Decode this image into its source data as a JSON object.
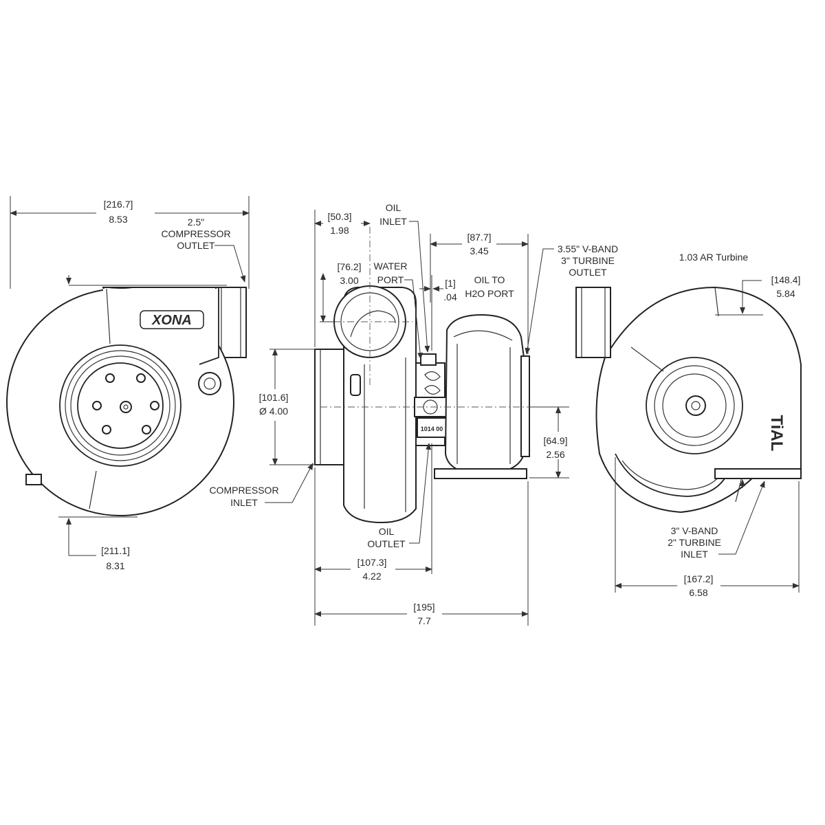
{
  "colors": {
    "line": "#222222",
    "text": "#2a2a2a",
    "background": "#ffffff"
  },
  "left_view": {
    "overall_width": {
      "mm": "[216.7]",
      "in": "8.53"
    },
    "overall_height": {
      "mm": "[211.1]",
      "in": "8.31"
    },
    "outlet_label": [
      "2.5\"",
      "COMPRESSOR",
      "OUTLET"
    ],
    "logo_text": "XONA"
  },
  "side_view": {
    "inlet_offset": {
      "mm": "[50.3]",
      "in": "1.98"
    },
    "water_port_height": {
      "mm": "[76.2]",
      "in": "3.00"
    },
    "water_port_label": [
      "WATER",
      "PORT"
    ],
    "oil_inlet_label": [
      "OIL",
      "INLET"
    ],
    "oil_to_h2o": {
      "mm": "[1]",
      "in": ".04"
    },
    "oil_to_h2o_label": [
      "OIL TO",
      "H2O PORT"
    ],
    "turbine_width": {
      "mm": "[87.7]",
      "in": "3.45"
    },
    "turbine_outlet_label": [
      "3.55\" V-BAND",
      "3\" TURBINE",
      "OUTLET"
    ],
    "inlet_diameter": {
      "mm": "[101.6]",
      "in": "Ø 4.00"
    },
    "compressor_inlet_label": [
      "COMPRESSOR",
      "INLET"
    ],
    "flange_height": {
      "mm": "[64.9]",
      "in": "2.56"
    },
    "oil_outlet_label": [
      "OIL",
      "OUTLET"
    ],
    "cartridge_text": "1014 00",
    "to_cartridge": {
      "mm": "[107.3]",
      "in": "4.22"
    },
    "overall_length": {
      "mm": "[195]",
      "in": "7.7"
    }
  },
  "right_view": {
    "ar_label": "1.03 AR Turbine",
    "scroll_height": {
      "mm": "[148.4]",
      "in": "5.84"
    },
    "brand": "TiAL",
    "turbine_inlet_label": [
      "3\" V-BAND",
      "2\" TURBINE",
      "INLET"
    ],
    "overall_width": {
      "mm": "[167.2]",
      "in": "6.58"
    }
  }
}
